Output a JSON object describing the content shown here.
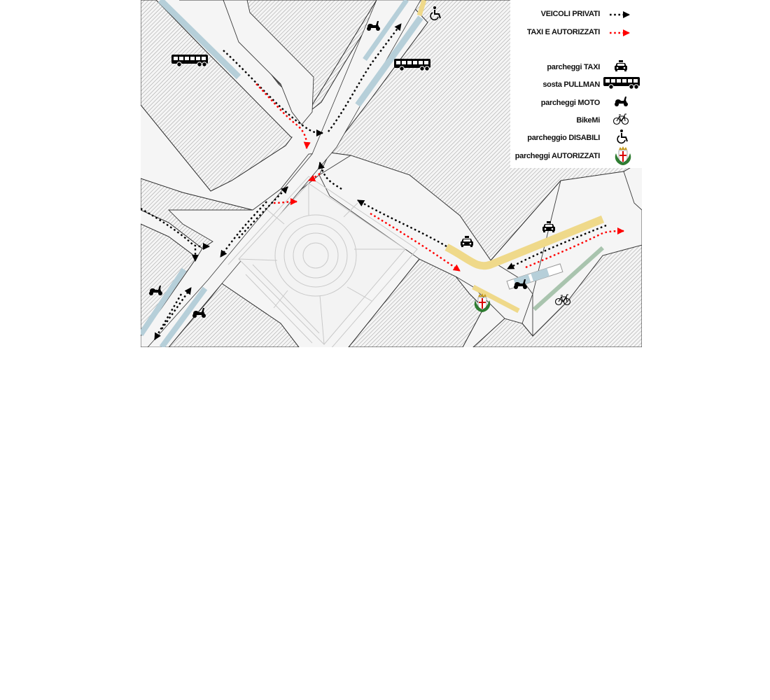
{
  "legend": {
    "private_vehicles": "VEICOLI PRIVATI",
    "taxi_authorized": "TAXI E AUTORIZZATI",
    "taxi_parking": "parcheggi TAXI",
    "bus_stop": "sosta PULLMAN",
    "moto_parking": "parcheggi MOTO",
    "bikemi": "BikeMi",
    "disabled_parking": "parcheggio DISABILI",
    "authorized_parking": "parcheggi AUTORIZZATI"
  },
  "colors": {
    "private_route": "#000000",
    "taxi_route": "#ff0000",
    "moto_lane": "#b6cfd9",
    "taxi_lane": "#efd98a",
    "bike_lane": "#a9c4ae",
    "road": "#f5f5f5",
    "hatch": "#9a9a9a"
  },
  "icons": [
    "bus-icon",
    "scooter-icon",
    "taxi-icon",
    "bicycle-icon",
    "wheelchair-icon",
    "crest-icon"
  ]
}
